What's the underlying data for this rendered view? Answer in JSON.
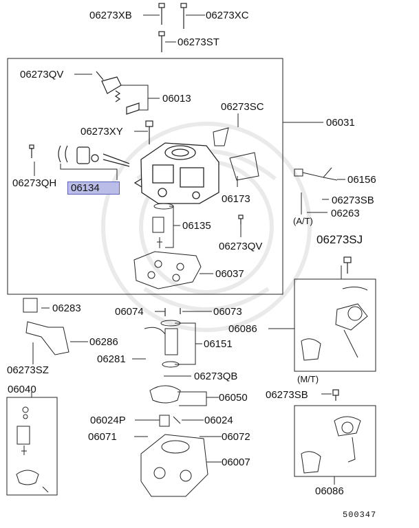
{
  "labels": {
    "p06273xb": "06273XB",
    "p06273xc": "06273XC",
    "p06273st": "06273ST",
    "p06273qv_top": "06273QV",
    "p06013": "06013",
    "p06273sc": "06273SC",
    "p06031": "06031",
    "p06273xy": "06273XY",
    "p06156": "06156",
    "p06273qh": "06273QH",
    "p06134": "06134",
    "p06173": "06173",
    "p06273sb_right": "06273SB",
    "p06263": "06263",
    "at_variant": "(A/T)",
    "p06135": "06135",
    "p06273sj": "06273SJ",
    "p06273qv_bottom": "06273QV",
    "p06037": "06037",
    "p06283": "06283",
    "p06074": "06074",
    "p06073": "06073",
    "p06086_at": "06086",
    "p06286": "06286",
    "p06151": "06151",
    "p06281": "06281",
    "p06273sz": "06273SZ",
    "p06273qb": "06273QB",
    "mt_variant": "(M/T)",
    "p06040": "06040",
    "p06273sb_mt": "06273SB",
    "p06050": "06050",
    "p06024p": "06024P",
    "p06024": "06024",
    "p06071": "06071",
    "p06072": "06072",
    "p06007": "06007",
    "p06086_mt": "06086"
  },
  "highlight_color": "#b9bde8",
  "diagram_ref": "500347"
}
